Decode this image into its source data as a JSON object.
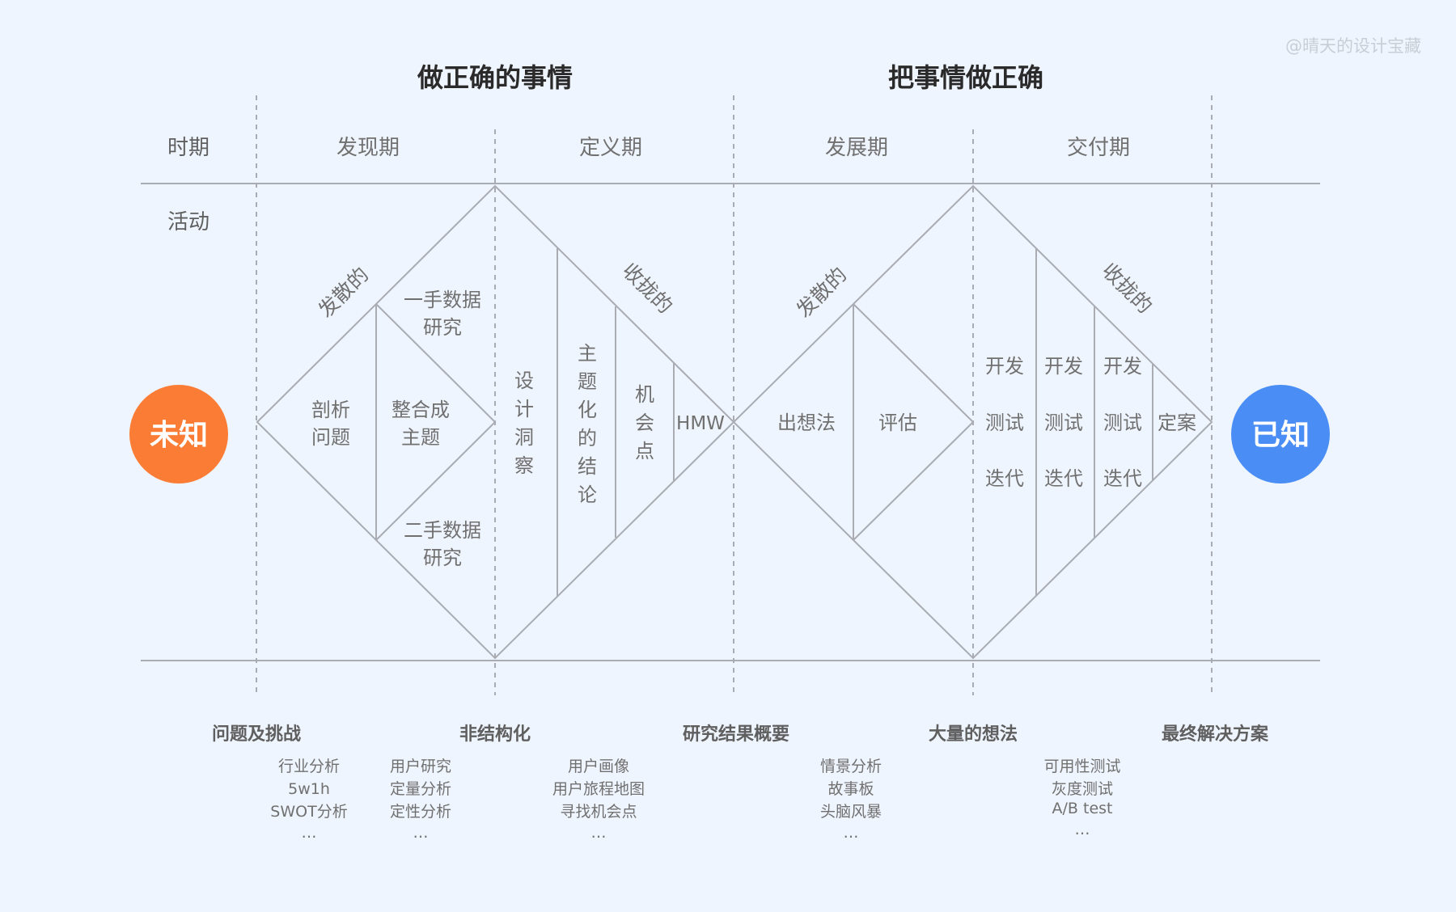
{
  "watermark": "@晴天的设计宝藏",
  "headers": {
    "left": "做正确的事情",
    "right": "把事情做正确"
  },
  "row_labels": {
    "period": "时期",
    "activity": "活动"
  },
  "phases": [
    "发现期",
    "定义期",
    "发展期",
    "交付期"
  ],
  "endpoints": {
    "start": "未知",
    "end": "已知"
  },
  "colors": {
    "start": "#fb7d35",
    "end": "#4a8ef5"
  },
  "diamond1": {
    "diverge": "发散的",
    "converge": "收拢的",
    "analyze": [
      "剖析",
      "问题"
    ],
    "primary": [
      "一手数据",
      "研究"
    ],
    "synthesize": [
      "整合成",
      "主题"
    ],
    "secondary": [
      "二手数据",
      "研究"
    ],
    "insight": [
      "设",
      "计",
      "洞",
      "察"
    ],
    "conclusion": [
      "主",
      "题",
      "化",
      "的",
      "结",
      "论"
    ],
    "opportunity": [
      "机",
      "会",
      "点"
    ],
    "hmw": "HMW"
  },
  "diamond2": {
    "diverge": "发散的",
    "converge": "收拢的",
    "ideate": "出想法",
    "evaluate": "评估",
    "cycles": [
      [
        "开发",
        "测试",
        "迭代"
      ],
      [
        "开发",
        "测试",
        "迭代"
      ],
      [
        "开发",
        "测试",
        "迭代"
      ]
    ],
    "final": "定案"
  },
  "outcomes": [
    "问题及挑战",
    "非结构化",
    "研究结果概要",
    "大量的想法",
    "最终解决方案"
  ],
  "methods": [
    [
      "行业分析",
      "5w1h",
      "SWOT分析",
      "…"
    ],
    [
      "用户研究",
      "定量分析",
      "定性分析",
      "…"
    ],
    [
      "用户画像",
      "用户旅程地图",
      "寻找机会点",
      "…"
    ],
    [
      "情景分析",
      "故事板",
      "头脑风暴",
      "…"
    ],
    [
      "可用性测试",
      "灰度测试",
      "A/B test",
      "…"
    ]
  ]
}
